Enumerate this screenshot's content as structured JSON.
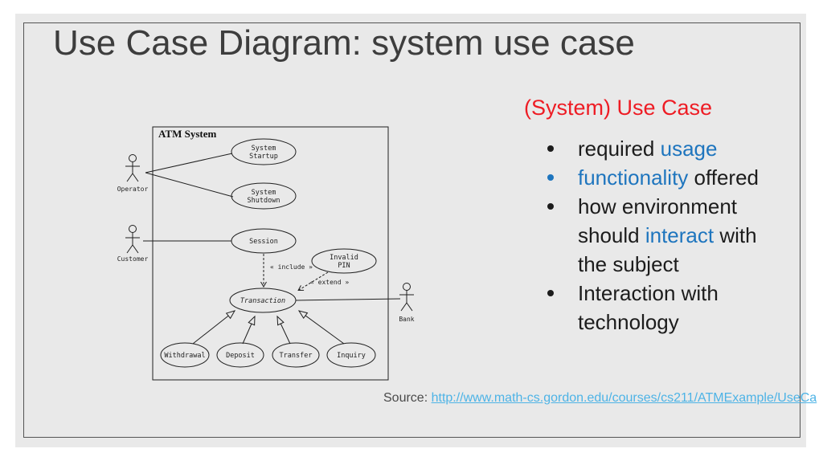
{
  "slide": {
    "title": "Use Case Diagram: system use case",
    "heading": "(System) Use Case",
    "bullets": [
      {
        "dot_color": "black",
        "segments": [
          {
            "text": "required ",
            "color": "black"
          },
          {
            "text": "usage",
            "color": "blue"
          }
        ]
      },
      {
        "dot_color": "blue",
        "segments": [
          {
            "text": "functionality",
            "color": "blue"
          },
          {
            "text": " offered",
            "color": "black"
          }
        ]
      },
      {
        "dot_color": "black",
        "segments": [
          {
            "text": "how environment should ",
            "color": "black"
          },
          {
            "text": "interact",
            "color": "blue"
          },
          {
            "text": " with the subject",
            "color": "black"
          }
        ]
      },
      {
        "dot_color": "black",
        "segments": [
          {
            "text": "Interaction with technology",
            "color": "black"
          }
        ]
      }
    ],
    "source_label": "Source:",
    "source_link": "http://www.math-cs.gordon.edu/courses/cs211/ATMExample/UseCa"
  },
  "diagram": {
    "frame_label": "ATM System",
    "actors": [
      {
        "name": "Operator"
      },
      {
        "name": "Customer"
      },
      {
        "name": "Bank"
      }
    ],
    "use_cases": [
      {
        "name": "System Startup",
        "lines": [
          "System",
          "Startup"
        ]
      },
      {
        "name": "System Shutdown",
        "lines": [
          "System",
          "Shutdown"
        ]
      },
      {
        "name": "Session",
        "lines": [
          "Session"
        ]
      },
      {
        "name": "Invalid PIN",
        "lines": [
          "Invalid",
          "PIN"
        ]
      },
      {
        "name": "Transaction",
        "lines": [
          "Transaction"
        ]
      },
      {
        "name": "Withdrawal",
        "lines": [
          "Withdrawal"
        ]
      },
      {
        "name": "Deposit",
        "lines": [
          "Deposit"
        ]
      },
      {
        "name": "Transfer",
        "lines": [
          "Transfer"
        ]
      },
      {
        "name": "Inquiry",
        "lines": [
          "Inquiry"
        ]
      }
    ],
    "include_label": "« include »",
    "extend_label": "« extend »"
  },
  "colors": {
    "slide_background": "#e9e9e9",
    "slide_border": "#545454",
    "title_text": "#3d3d3d",
    "heading_red": "#ee1c24",
    "emphasis_blue": "#1e75be",
    "body_text": "#1c1c1c",
    "link_blue": "#4db3e6",
    "diagram_ink": "#1f1f1f"
  }
}
